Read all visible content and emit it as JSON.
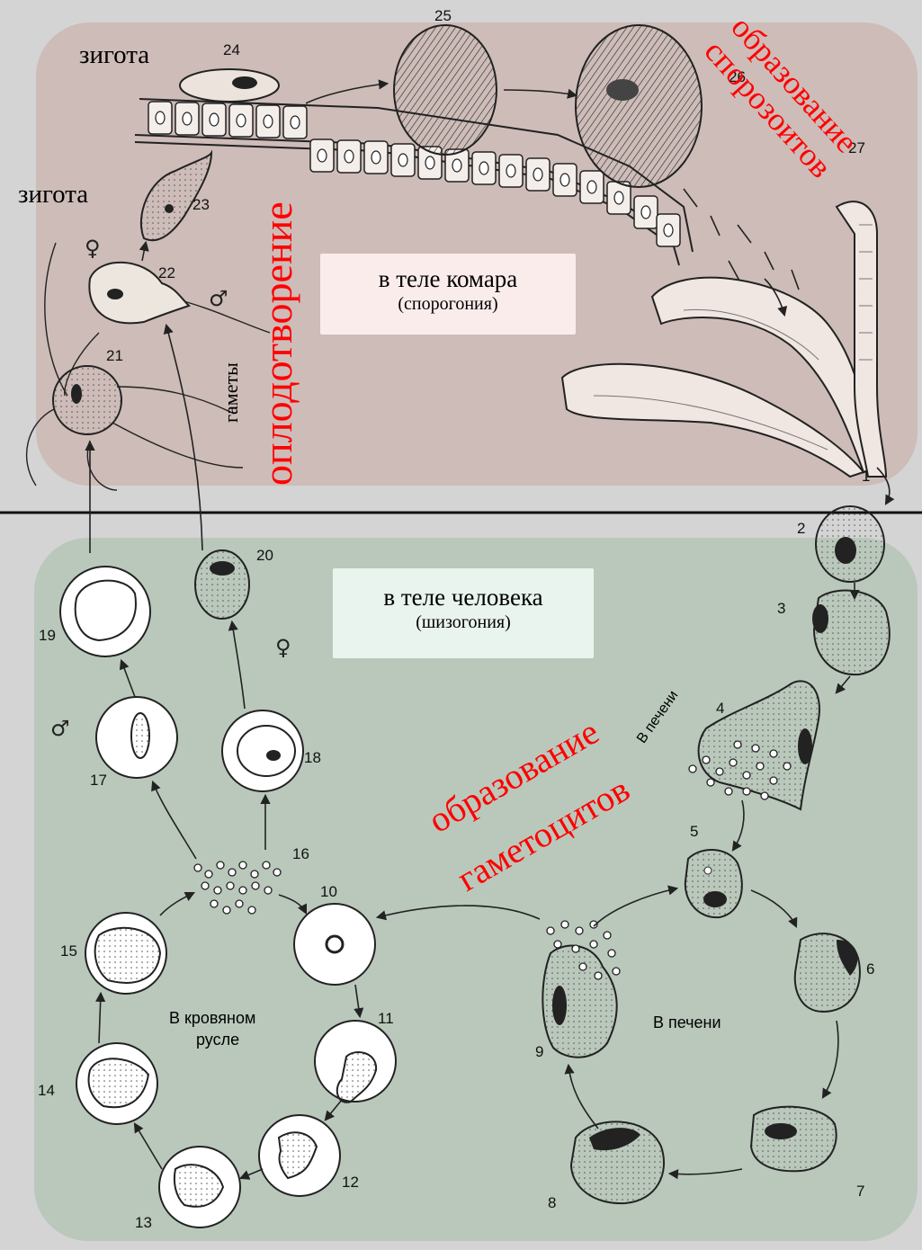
{
  "zones": {
    "mosquito": {
      "title": "в теле комара",
      "subtitle": "(спорогония)"
    },
    "human": {
      "title": "в теле человека",
      "subtitle": "(шизогония)"
    }
  },
  "overlays": {
    "fertilization": "оплодотворение",
    "sporozoites": "образование спорозоитов",
    "gametocytes_line1": "образование",
    "gametocytes_line2": "гаметоцитов"
  },
  "labels": {
    "zygote_top": "зигота",
    "zygote_left": "зигота",
    "gametes": "гаметы",
    "in_liver_top": "В печени",
    "in_liver_bottom": "В печени",
    "in_blood_line1": "В кровяном",
    "in_blood_line2": "русле"
  },
  "symbols": {
    "female": "♀",
    "male": "♂"
  },
  "stage_numbers": [
    "1",
    "2",
    "3",
    "4",
    "5",
    "6",
    "7",
    "8",
    "9",
    "10",
    "11",
    "12",
    "13",
    "14",
    "15",
    "16",
    "17",
    "18",
    "19",
    "20",
    "21",
    "22",
    "23",
    "24",
    "25",
    "26",
    "27"
  ],
  "colors": {
    "background": "#d4d4d4",
    "mosquito_zone": "#cdbcb8",
    "human_zone": "#b9c8bb",
    "mosquito_label_bg": "#fbecec",
    "human_label_bg": "#e9f4ee",
    "overlay_text": "#ff0000"
  }
}
